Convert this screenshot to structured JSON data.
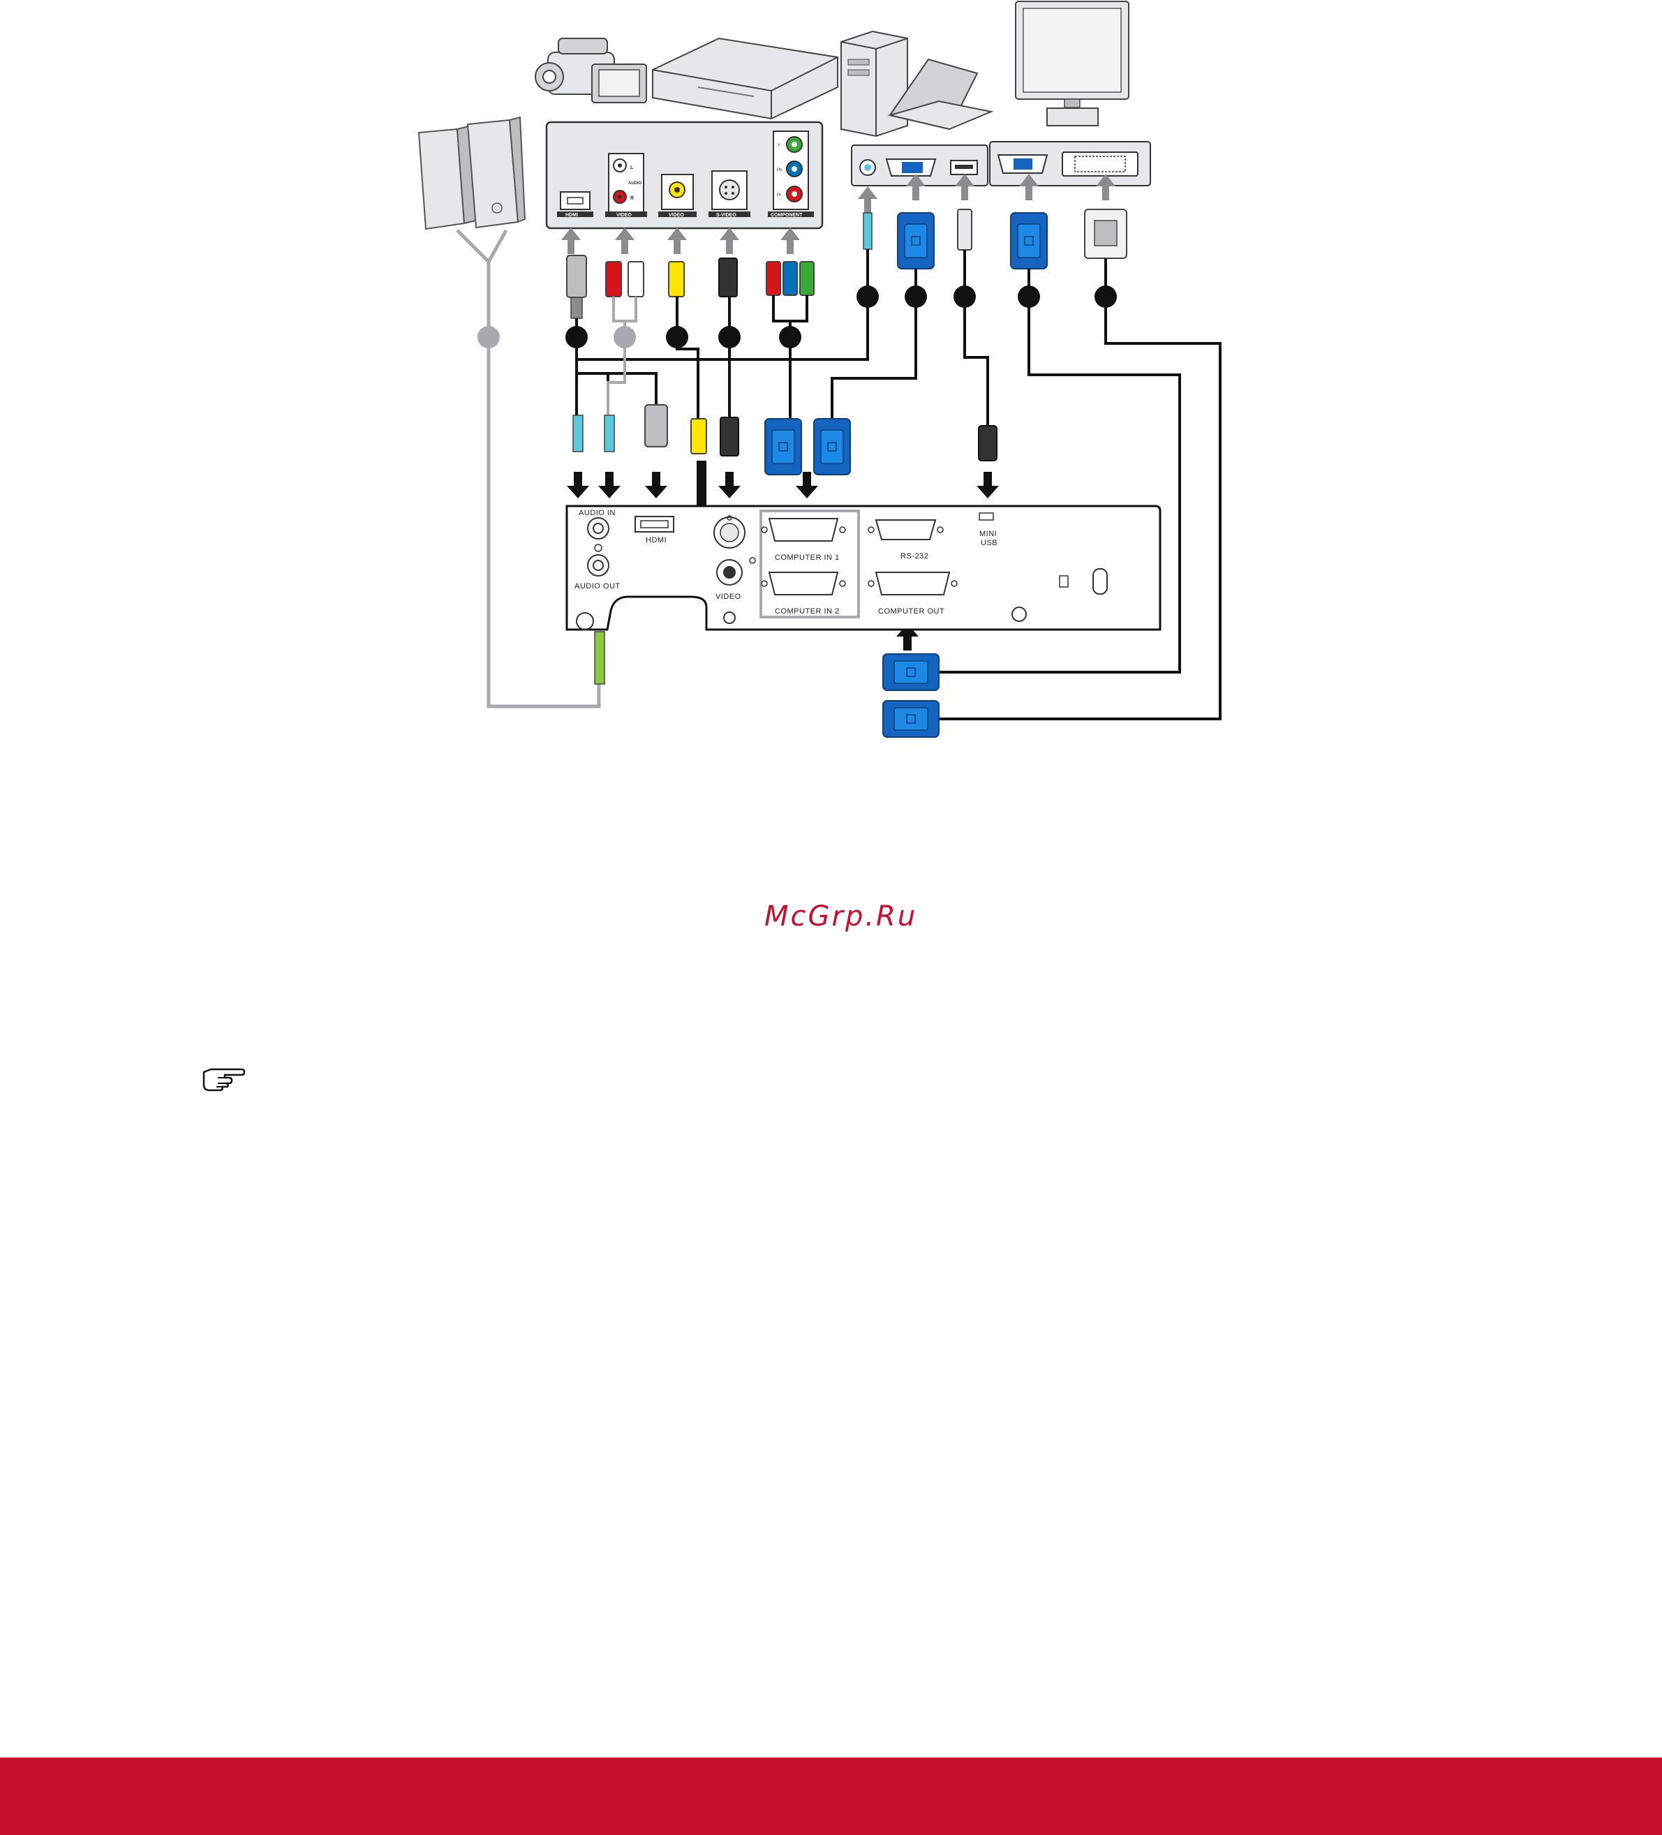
{
  "diagram": {
    "projector_ports": {
      "audio_in": "AUDIO IN",
      "audio_out": "AUDIO OUT",
      "hdmi": "HDMI",
      "video": "VIDEO",
      "computer_in_1": "COMPUTER IN 1",
      "computer_in_2": "COMPUTER IN 2",
      "rs232": "RS-232",
      "computer_out": "COMPUTER OUT",
      "mini_usb_line1": "MINI",
      "mini_usb_line2": "USB"
    },
    "av_device_ports": {
      "hdmi": "HDMI",
      "audio": "AUDIO",
      "video_composite": "VIDEO",
      "video": "VIDEO",
      "s_video": "S-VIDEO",
      "component": "COMPONENT",
      "y": "Y",
      "pb": "Pb",
      "pr": "Pr",
      "l": "L",
      "r": "R"
    },
    "colors": {
      "vga_blue": "#1565c0",
      "cable_grey": "#a7a9ac",
      "audio_cyan": "#5bc8dc",
      "audio_green": "#8dc63f",
      "rca_red": "#d7141a",
      "rca_yellow": "#ffe600",
      "rca_green": "#3aa935",
      "rca_blue": "#0072bc",
      "accent_red": "#c8102e"
    }
  },
  "watermark": "McGrp.Ru",
  "note_icon": "pointing-hand-icon",
  "footer_color": "#c8102e"
}
